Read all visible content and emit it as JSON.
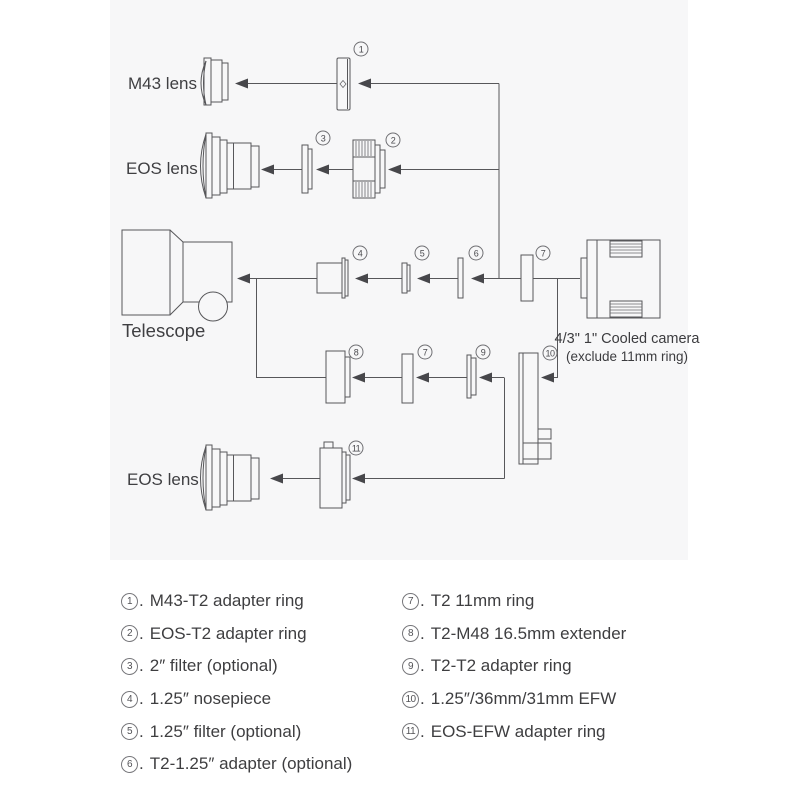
{
  "diagram": {
    "labels": {
      "m43_lens": "M43 lens",
      "eos_lens_top": "EOS lens",
      "telescope": "Telescope",
      "eos_lens_bottom": "EOS lens",
      "camera_line1": "4/3\" 1\" Cooled camera",
      "camera_line2": "(exclude 11mm ring)"
    },
    "badges": [
      {
        "n": "1"
      },
      {
        "n": "3"
      },
      {
        "n": "2"
      },
      {
        "n": "4"
      },
      {
        "n": "5"
      },
      {
        "n": "6"
      },
      {
        "n": "7"
      },
      {
        "n": "8"
      },
      {
        "n": "7"
      },
      {
        "n": "9"
      },
      {
        "n": "10"
      },
      {
        "n": "11"
      }
    ]
  },
  "legend": {
    "separator": ".",
    "left": [
      {
        "num": "1",
        "label": "M43-T2 adapter ring"
      },
      {
        "num": "2",
        "label": "EOS-T2 adapter ring"
      },
      {
        "num": "3",
        "label": "2″ filter (optional)"
      },
      {
        "num": "4",
        "label": "1.25″ nosepiece"
      },
      {
        "num": "5",
        "label": "1.25″ filter (optional)"
      },
      {
        "num": "6",
        "label": "T2-1.25″ adapter (optional)"
      }
    ],
    "right": [
      {
        "num": "7",
        "label": "T2 11mm ring"
      },
      {
        "num": "8",
        "label": "T2-M48 16.5mm extender"
      },
      {
        "num": "9",
        "label": "T2-T2 adapter ring"
      },
      {
        "num": "10",
        "label": "1.25″/36mm/31mm EFW"
      },
      {
        "num": "11",
        "label": "EOS-EFW adapter ring"
      }
    ]
  }
}
